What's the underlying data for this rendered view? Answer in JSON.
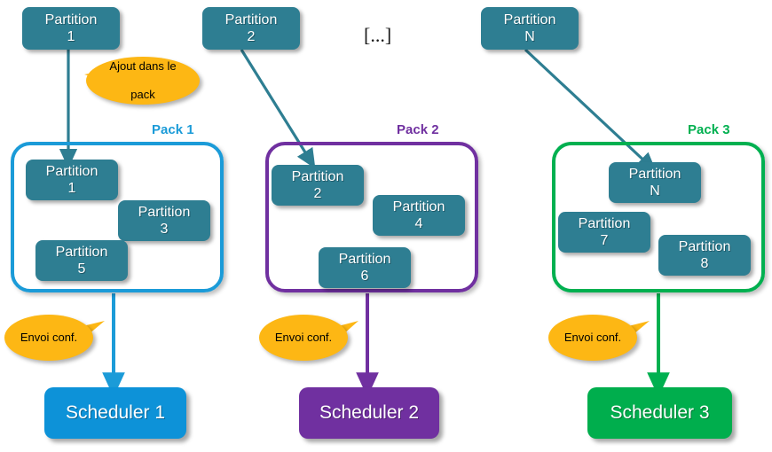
{
  "diagram": {
    "ellipsis": "[...]",
    "top_partitions": [
      {
        "name": "Partition",
        "num": "1"
      },
      {
        "name": "Partition",
        "num": "2"
      },
      {
        "name": "Partition",
        "num": "N"
      }
    ],
    "callout_add": {
      "line1": "Ajout dans le",
      "line2": "pack"
    },
    "packs": [
      {
        "label": "Pack 1",
        "color": "#1b9bd8",
        "partitions": [
          {
            "name": "Partition",
            "num": "1"
          },
          {
            "name": "Partition",
            "num": "3"
          },
          {
            "name": "Partition",
            "num": "5"
          }
        ],
        "callout": "Envoi conf.",
        "scheduler": "Scheduler 1",
        "scheduler_color": "#0d92d8"
      },
      {
        "label": "Pack 2",
        "color": "#7030a0",
        "partitions": [
          {
            "name": "Partition",
            "num": "2"
          },
          {
            "name": "Partition",
            "num": "4"
          },
          {
            "name": "Partition",
            "num": "6"
          }
        ],
        "callout": "Envoi conf.",
        "scheduler": "Scheduler 2",
        "scheduler_color": "#7030a0"
      },
      {
        "label": "Pack 3",
        "color": "#00b050",
        "partitions": [
          {
            "name": "Partition",
            "num": "N"
          },
          {
            "name": "Partition",
            "num": "7"
          },
          {
            "name": "Partition",
            "num": "8"
          }
        ],
        "callout": "Envoi conf.",
        "scheduler": "Scheduler 3",
        "scheduler_color": "#00ae4d"
      }
    ],
    "colors": {
      "partition_fill": "#2e7e92",
      "callout_fill": "#fdb714",
      "arrow_teal": "#2e7e92"
    }
  }
}
